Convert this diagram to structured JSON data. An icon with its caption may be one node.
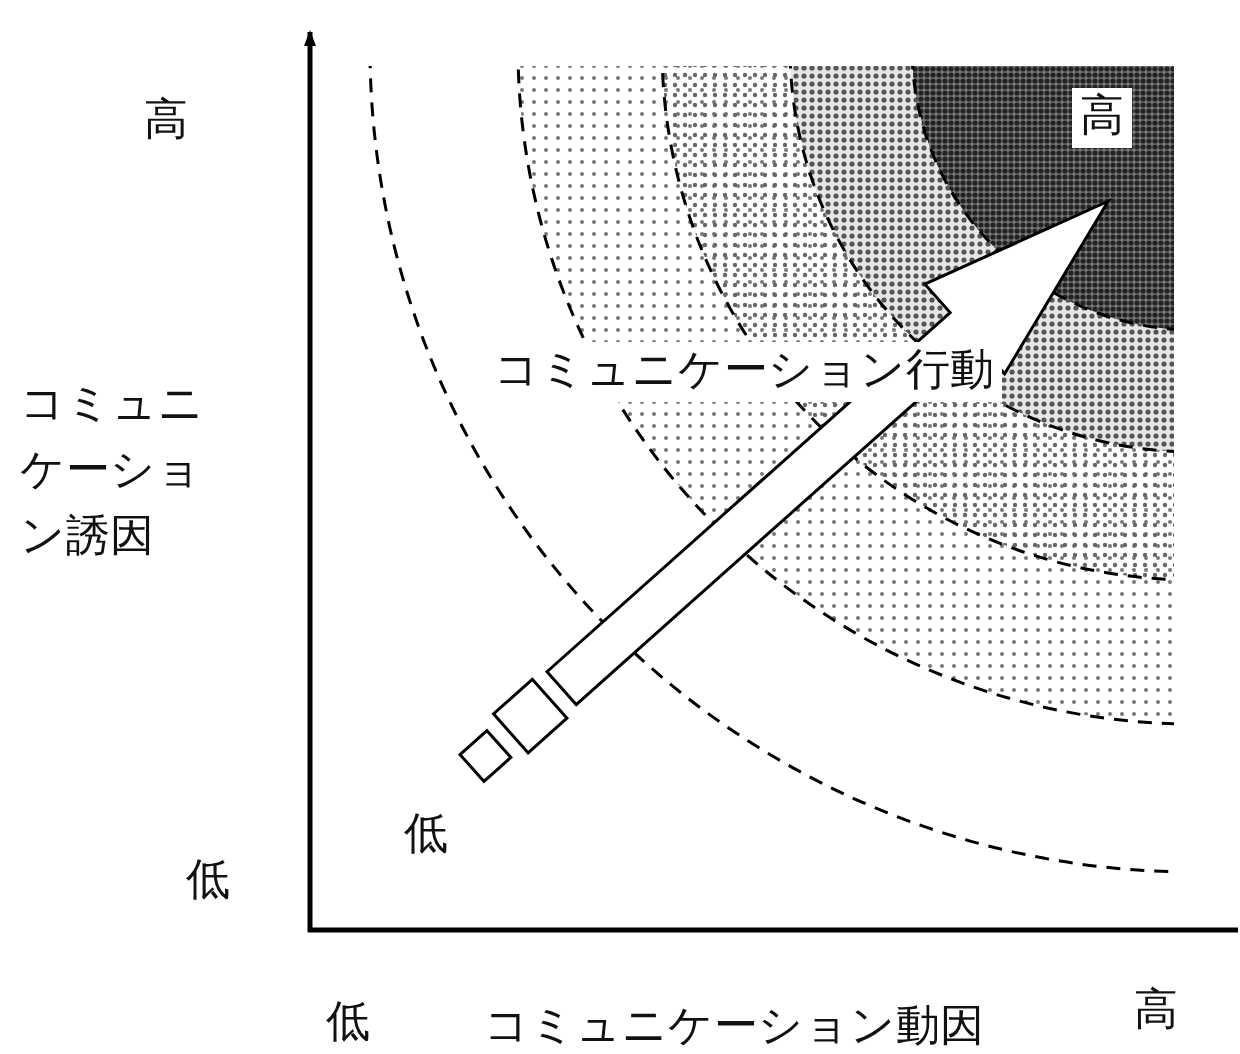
{
  "diagram": {
    "labels": [
      "高",
      "高",
      "コミュニケーション行動",
      "コミュニケーション誘因",
      "低",
      "低",
      "低",
      "コミュニケーション動因",
      "高"
    ]
  }
}
